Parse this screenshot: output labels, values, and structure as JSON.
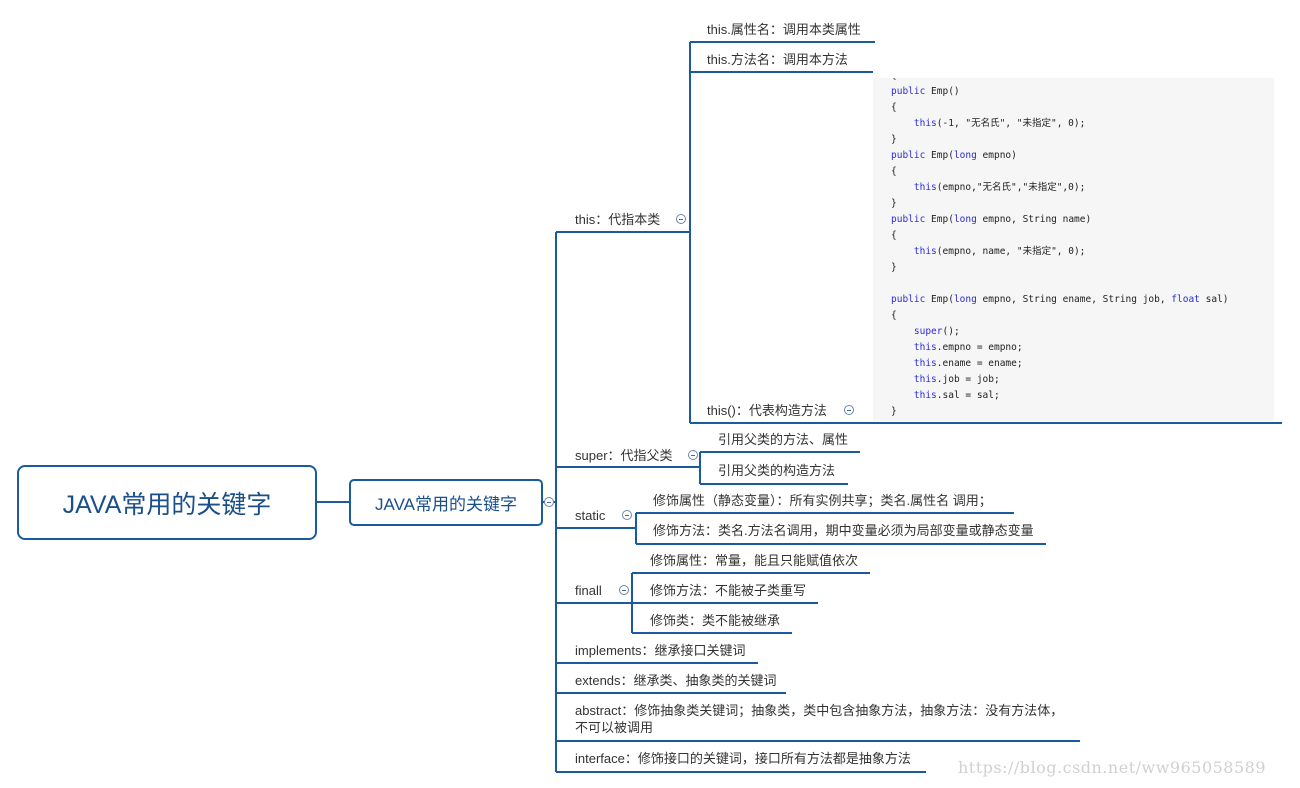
{
  "colors": {
    "line": "#1a5a9e",
    "text": "#333333",
    "keyword": "#2b2bd6",
    "code_bg": "#f6f6f6"
  },
  "root": {
    "label": "JAVA常用的关键字"
  },
  "center": {
    "label": "JAVA常用的关键字"
  },
  "branches": {
    "this": {
      "label": "this：代指本类",
      "children": [
        "this.属性名：调用本类属性",
        "this.方法名：调用本方法",
        "this()：代表构造方法"
      ]
    },
    "super": {
      "label": "super：代指父类",
      "children": [
        "引用父类的方法、属性",
        "引用父类的构造方法"
      ]
    },
    "static": {
      "label": "static",
      "children": [
        "修饰属性（静态变量）：所有实例共享；类名.属性名 调用；",
        "修饰方法：类名.方法名调用，期中变量必须为局部变量或静态变量"
      ]
    },
    "final": {
      "label": "finall",
      "children": [
        "修饰属性：常量，能且只能赋值依次",
        "修饰方法：不能被子类重写",
        "修饰类：类不能被继承"
      ]
    },
    "implements": {
      "label": "implements：继承接口关键词"
    },
    "extends": {
      "label": "extends：继承类、抽象类的关键词"
    },
    "abstract": {
      "line1": "abstract：修饰抽象类关键词；抽象类，类中包含抽象方法，抽象方法：没有方法体，",
      "line2": "不可以被调用"
    },
    "interface": {
      "label": "interface：修饰接口的关键词，接口所有方法都是抽象方法"
    }
  },
  "code_lines": [
    "{",
    "public Emp()",
    "{",
    "    this(-1, \"无名氏\", \"未指定\", 0);",
    "}",
    "public Emp(long empno)",
    "{",
    "    this(empno,\"无名氏\",\"未指定\",0);",
    "}",
    "public Emp(long empno, String name)",
    "{",
    "    this(empno, name, \"未指定\", 0);",
    "}",
    "",
    "public Emp(long empno, String ename, String job, float sal)",
    "{",
    "    super();",
    "    this.empno = empno;",
    "    this.ename = ename;",
    "    this.job = job;",
    "    this.sal = sal;",
    "}"
  ],
  "code_keywords": [
    "public",
    "long",
    "float",
    "this",
    "super"
  ],
  "watermark": "https://blog.csdn.net/ww965058589"
}
